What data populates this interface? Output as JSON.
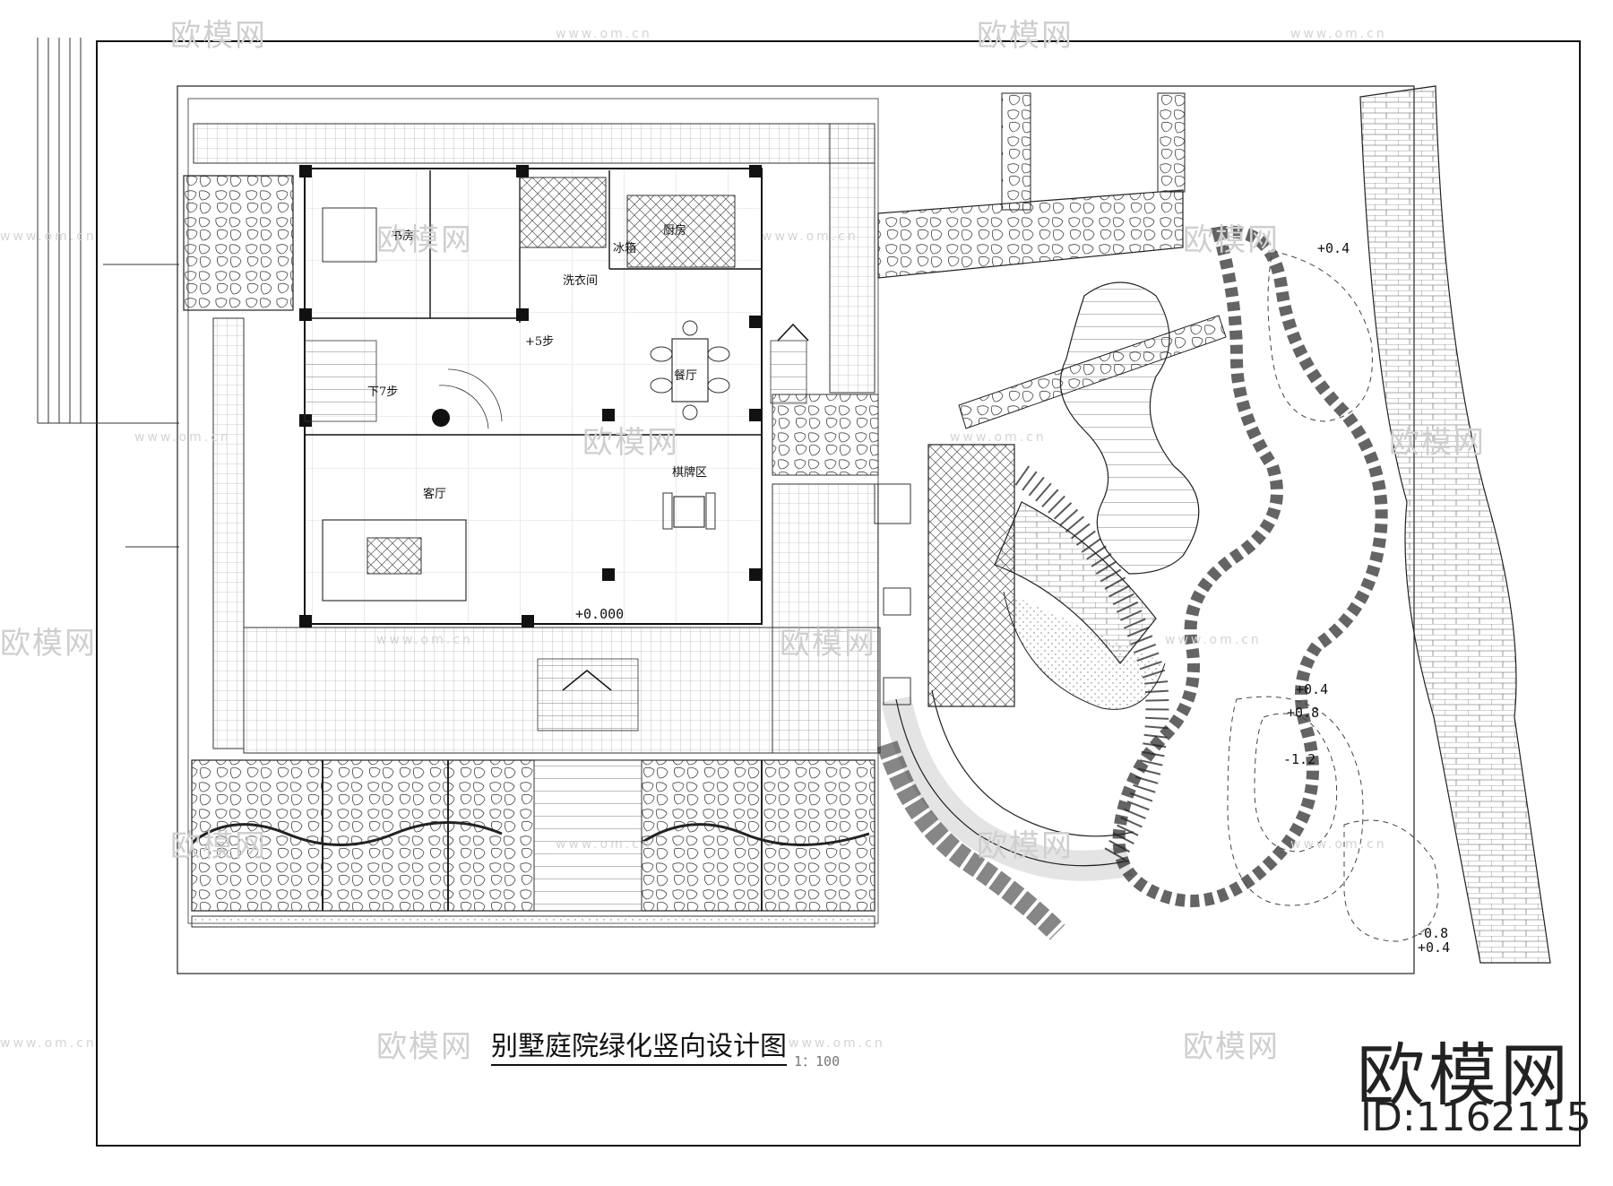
{
  "drawing": {
    "title": "别墅庭院绿化竖向设计图",
    "scale": "1：100"
  },
  "rooms": {
    "study": "书房",
    "kitchen": "厨房",
    "dining": "餐厅",
    "living": "客厅",
    "chess": "棋牌区",
    "fridge": "冰箱",
    "down_stairs": "下7步",
    "up_stairs": "+5步",
    "laundry": "洗衣间"
  },
  "elevations": {
    "floor": "+0.000",
    "e1": "+0.4",
    "e2": "+0.4",
    "e3": "+0.8",
    "e4": "-1.2",
    "e5": "-0.8",
    "e6": "+0.4"
  },
  "watermark": {
    "brand": "欧模网",
    "url": "www.om.cn",
    "id": "ID:1162115"
  },
  "colors": {
    "line": "#111111",
    "watermark": "#cfcfcf"
  }
}
